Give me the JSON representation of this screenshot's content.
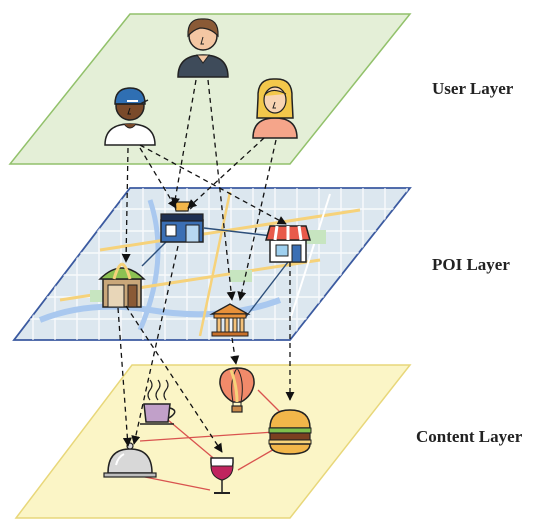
{
  "layers": {
    "user": {
      "label": "User Layer",
      "fill": "#e4efd7",
      "stroke": "#92c16b",
      "icons": [
        "person-brown-hair-icon",
        "person-cap-icon",
        "person-blonde-icon"
      ]
    },
    "poi": {
      "label": "POI Layer",
      "fill": "#dce7ef",
      "stroke": "#3b5aa0",
      "icons": [
        "cafe-shop-icon",
        "market-stall-icon",
        "bakery-shop-icon",
        "museum-icon"
      ]
    },
    "content": {
      "label": "Content Layer",
      "fill": "#fbf5c6",
      "stroke": "#e8d77a",
      "icons": [
        "coffee-cup-icon",
        "hot-air-balloon-icon",
        "burger-icon",
        "food-cloche-icon",
        "wine-glass-icon"
      ]
    }
  },
  "colors": {
    "cross_layer_arrow": "#111111",
    "poi_link": "#2d4f7a",
    "content_link": "#d9534f"
  }
}
